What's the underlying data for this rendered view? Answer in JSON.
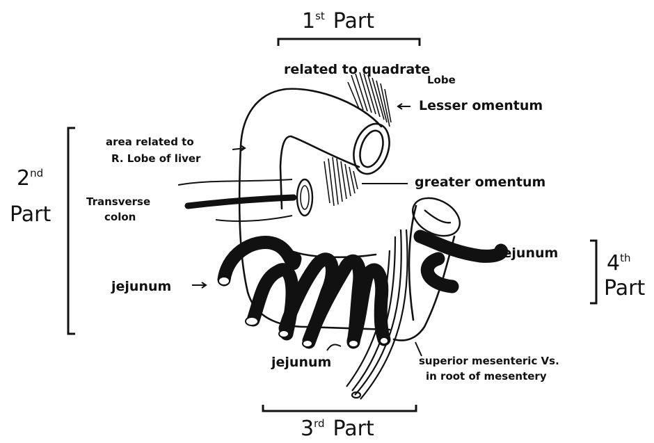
{
  "labels": {
    "first_part": {
      "num": "1",
      "sup": "st",
      "word": "Part"
    },
    "second_part": {
      "num": "2",
      "sup": "nd",
      "word": "Part"
    },
    "third_part": {
      "num": "3",
      "sup": "rd",
      "word": "Part"
    },
    "fourth_part": {
      "num": "4",
      "sup": "th",
      "word": "Part"
    },
    "quadrate_line1": "related to quadrate",
    "quadrate_line2": "Lobe",
    "lesser_omentum": "Lesser omentum",
    "greater_omentum": "greater omentum",
    "liver_line1": "area related to",
    "liver_line2": "R. Lobe of liver",
    "transverse_line1": "Transverse",
    "transverse_line2": "colon",
    "jejunum_left": "jejunum",
    "jejunum_right": "jejunum",
    "jejunum_bottom": "jejunum",
    "smv_line1": "superior mesenteric Vs.",
    "smv_line2": "in root of mesentery"
  },
  "colors": {
    "ink": "#111111",
    "paper": "#ffffff"
  }
}
